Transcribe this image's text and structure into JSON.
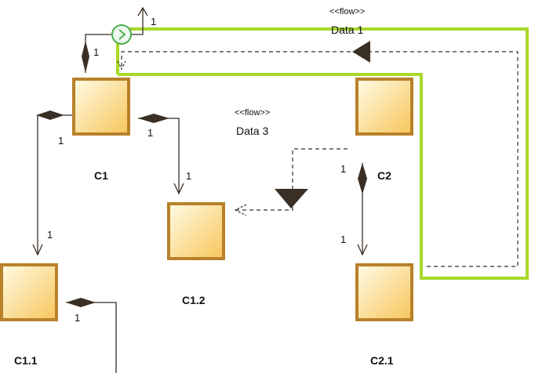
{
  "components": [
    {
      "id": "c1",
      "name": "C1"
    },
    {
      "id": "c1_2",
      "name": "C1.2"
    },
    {
      "id": "c1_1",
      "name": "C1.1"
    },
    {
      "id": "c2",
      "name": "C2"
    },
    {
      "id": "c2_1",
      "name": "C2.1"
    },
    {
      "id": "top-right",
      "name": ""
    }
  ],
  "flows": [
    {
      "stereotype": "<<flow>>",
      "name": "Data 1"
    },
    {
      "stereotype": "<<flow>>",
      "name": "Data 3"
    }
  ],
  "multiplicities": {
    "top_arrow": "1",
    "c1_top_diamond": "1",
    "c1_left_diamond": "1",
    "c1_1_arrow": "1",
    "c1_right_diamond": "1",
    "c1_2_arrow": "1",
    "c2_diamond": "1",
    "c2_1_arrow": "1",
    "c1_1_right_diamond": "1"
  },
  "colors": {
    "box_border": "#b8812a",
    "box_fill_light": "#fff8dc",
    "box_fill_dark": "#f8c85c",
    "line": "#3a2f25",
    "highlight": "#a8d82a",
    "port": "#4caf50"
  }
}
